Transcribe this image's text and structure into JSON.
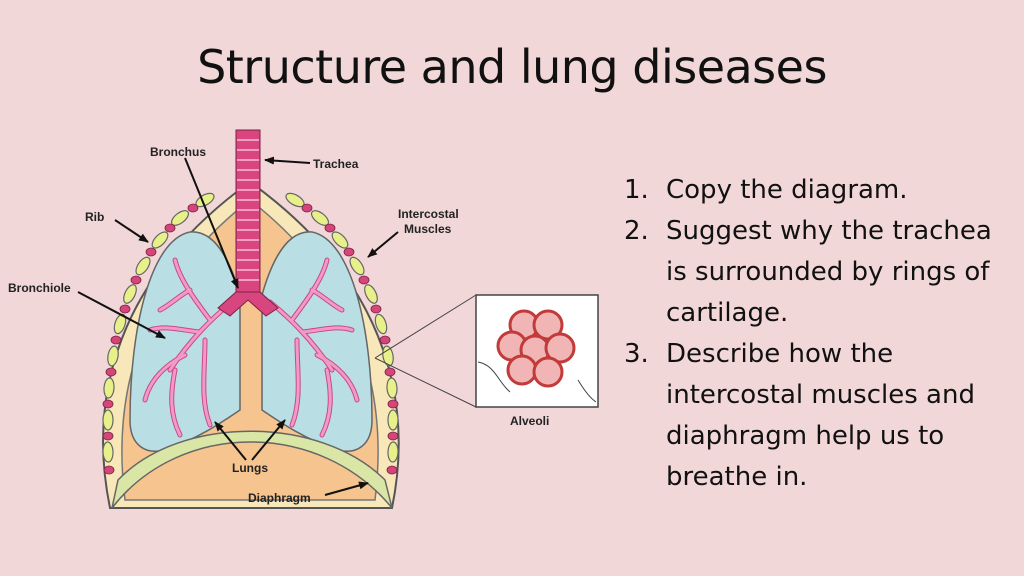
{
  "slide": {
    "title": "Structure and lung diseases"
  },
  "diagram": {
    "labels": {
      "bronchus": "Bronchus",
      "trachea": "Trachea",
      "rib": "Rib",
      "intercostal_line1": "Intercostal",
      "intercostal_line2": "Muscles",
      "bronchiole": "Bronchiole",
      "alveoli": "Alveoli",
      "lungs": "Lungs",
      "diaphragm": "Diaphragm"
    }
  },
  "tasks": [
    {
      "number": "1.",
      "text": "Copy the diagram."
    },
    {
      "number": "2.",
      "text": "Suggest why the trachea is surrounded by rings of cartilage."
    },
    {
      "number": "3.",
      "text": "Describe how the intercostal muscles and diaphragm help us to breathe in."
    }
  ]
}
